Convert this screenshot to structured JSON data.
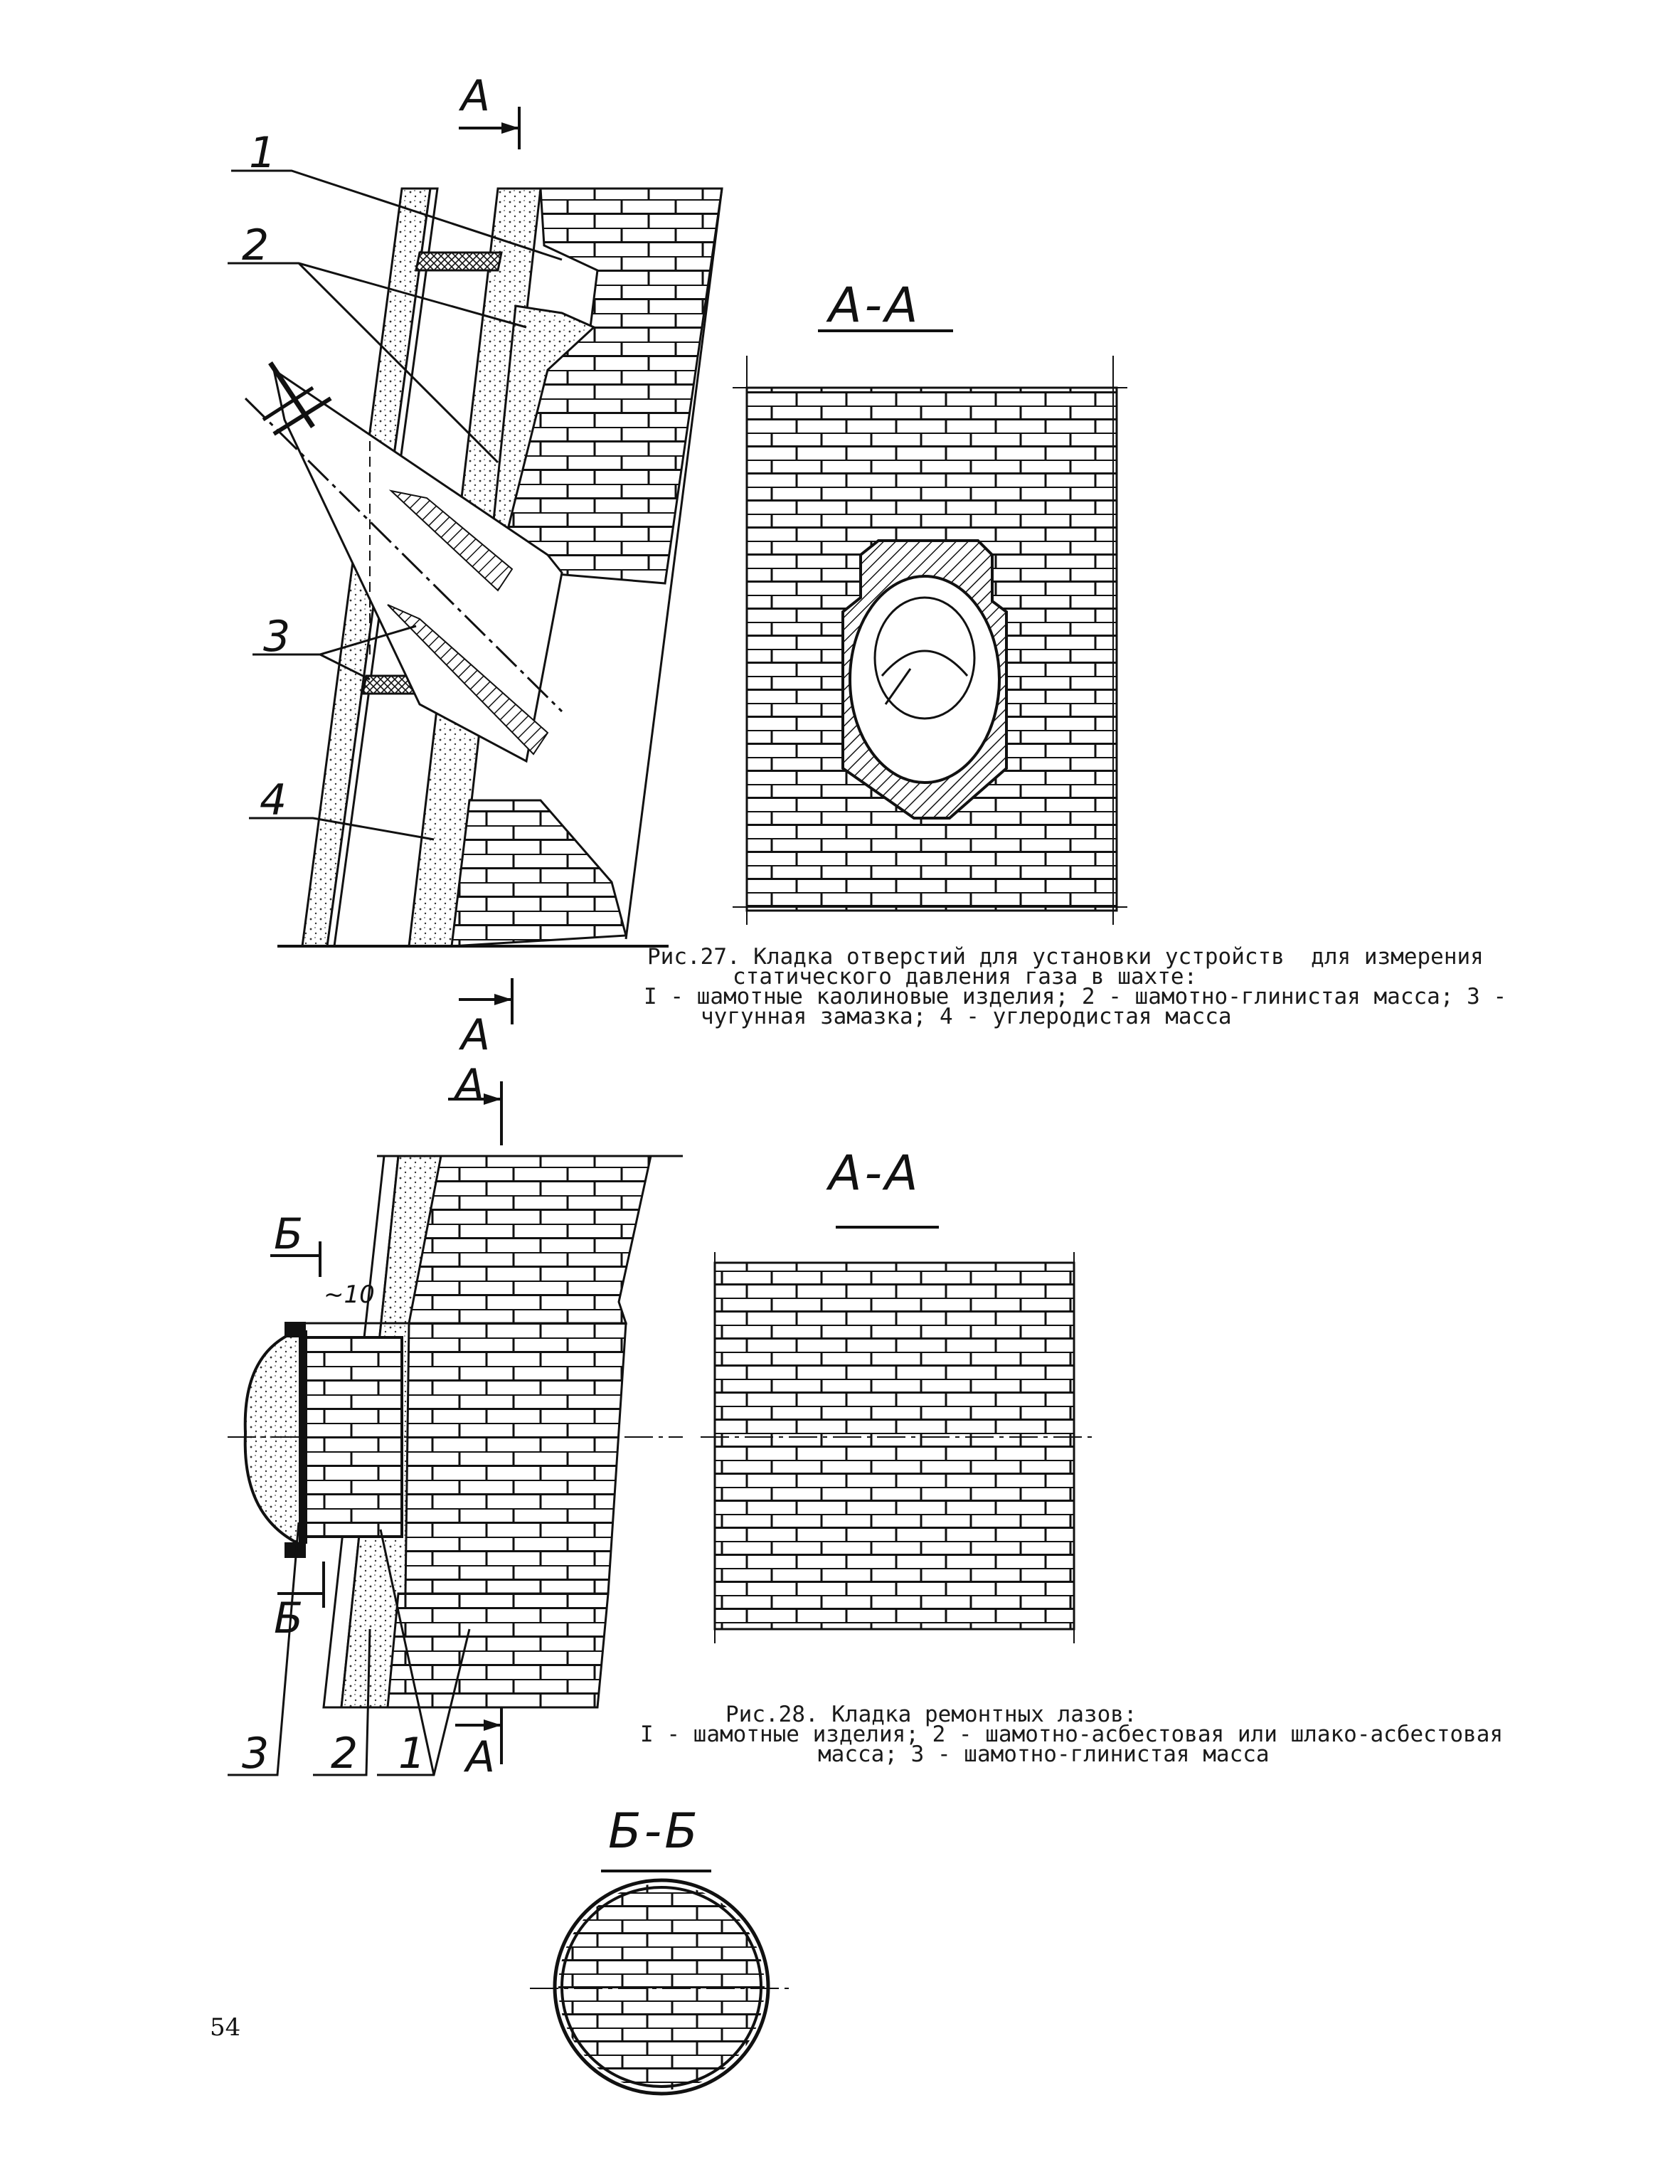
{
  "page_number": "54",
  "figure27": {
    "cut_label_top": "А",
    "cut_label_bottom": "А",
    "section_title": "А-А",
    "callouts": [
      "1",
      "2",
      "3",
      "4"
    ],
    "caption_line1": "Рис.27. Кладка отверстий для установки устройств  для измерения",
    "caption_line2": "статического давления газа в шахте:",
    "caption_line3": "I - шамотные каолиновые изделия; 2 - шамотно-глинистая масса; 3 -",
    "caption_line4": "чугунная замазка; 4 - углеродистая масса"
  },
  "figure28": {
    "cut_label_top": "А",
    "cut_label_bottom": "А",
    "cut_b_top": "Б",
    "cut_b_bottom": "Б",
    "dimension": "~10",
    "section_title": "А-А",
    "section_b_title": "Б-Б",
    "callouts": [
      "3",
      "2",
      "1"
    ],
    "caption_line1": "Рис.28. Кладка ремонтных лазов:",
    "caption_line2": "I - шамотные изделия; 2 - шамотно-асбестовая или шлако-асбестовая",
    "caption_line3": "масса; 3 - шамотно-глинистая масса"
  }
}
